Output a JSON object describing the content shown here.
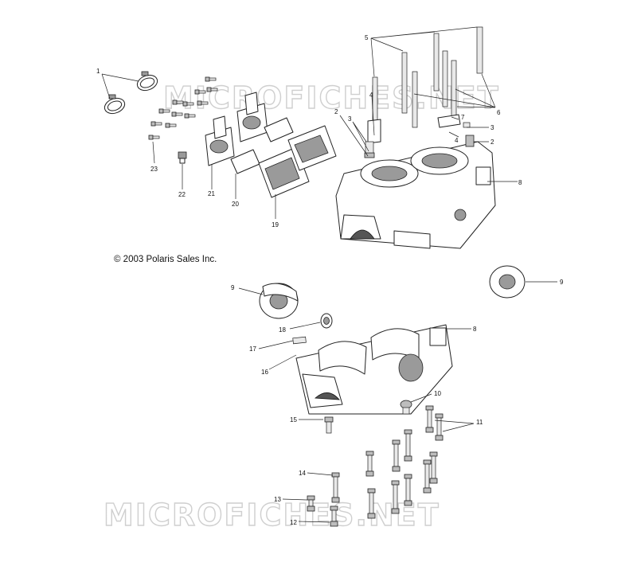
{
  "copyright": "© 2003 Polaris Sales Inc.",
  "watermark": "MICROFICHES.NET",
  "callouts": {
    "c1": "1",
    "c2a": "2",
    "c2b": "2",
    "c3a": "3",
    "c3b": "3",
    "c4a": "4",
    "c4b": "4",
    "c5": "5",
    "c6": "6",
    "c7": "7",
    "c8a": "8",
    "c8b": "8",
    "c9a": "9",
    "c9b": "9",
    "c10": "10",
    "c11": "11",
    "c12": "12",
    "c13": "13",
    "c14": "14",
    "c15": "15",
    "c16": "16",
    "c17": "17",
    "c18": "18",
    "c19": "19",
    "c20": "20",
    "c21": "21",
    "c22": "22",
    "c23": "23"
  }
}
